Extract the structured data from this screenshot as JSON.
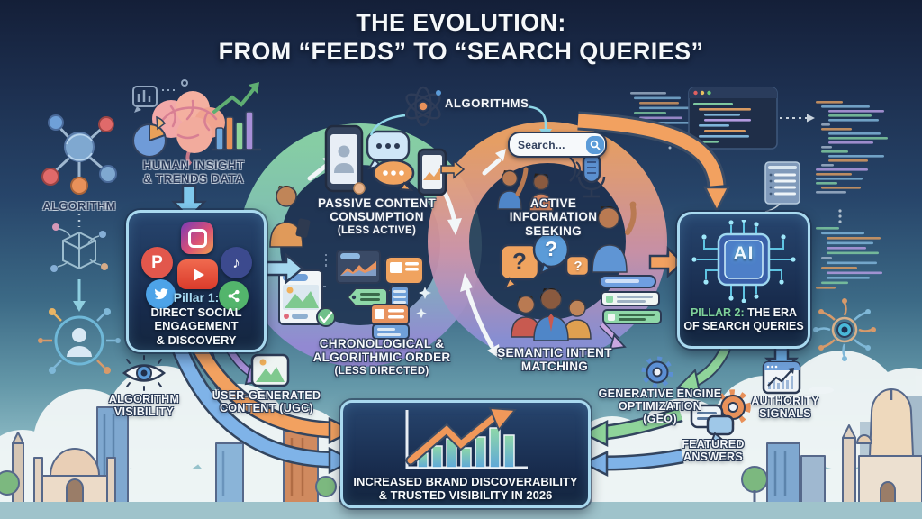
{
  "title": {
    "line1": "THE EVOLUTION:",
    "line2": "FROM “FEEDS” TO “SEARCH QUERIES”"
  },
  "left_rail": {
    "algorithm": "ALGORITHM"
  },
  "insight": {
    "line1": "HUMAN INSIGHT",
    "line2": "& TRENDS DATA"
  },
  "algorithms_label": "ALGORITHMS",
  "search": {
    "value": "Search..."
  },
  "loop": {
    "passive": {
      "line1": "PASSIVE CONTENT",
      "line2": "CONSUMPTION",
      "line3": "(LESS ACTIVE)"
    },
    "active": {
      "line1": "ACTIVE",
      "line2": "INFORMATION",
      "line3": "SEEKING"
    },
    "chronological": {
      "line1": "CHRONOLOGICAL &",
      "line2": "ALGORITHMIC ORDER",
      "line3": "(LESS DIRECTED)"
    },
    "semantic": {
      "line1": "SEMANTIC INTENT",
      "line2": "MATCHING"
    },
    "question_marks": [
      "?",
      "?",
      "?"
    ]
  },
  "pillar1": {
    "kicker": "Pillar 1:",
    "line1": "DIRECT SOCIAL",
    "line2": "ENGAGEMENT",
    "line3": "& DISCOVERY"
  },
  "pillar2": {
    "kicker": "PILLAR 2:",
    "kicker_rest": " THE ERA",
    "line2": "OF SEARCH QUERIES",
    "chip": "AI"
  },
  "outputs": {
    "algorithm_visibility": {
      "line1": "ALGORITHM",
      "line2": "VISIBILITY"
    },
    "ugc": {
      "line1": "USER-GENERATED",
      "line2": "CONTENT (UGC)"
    },
    "geo": {
      "line1": "GENERATIVE ENGINE",
      "line2": "OPTIMIZATION",
      "line3": "(GEO)"
    },
    "authority": {
      "line1": "AUTHORITY",
      "line2": "SIGNALS"
    },
    "featured": {
      "line1": "FEATURED",
      "line2": "ANSWERS"
    }
  },
  "outcome": {
    "line1": "INCREASED BRAND DISCOVERABILITY",
    "line2": "& TRUSTED VISIBILITY IN 2026"
  },
  "icons": {
    "left_rail": [
      "network-algorithm-icon",
      "cube-network-icon",
      "user-network-icon"
    ],
    "insight_cluster": [
      "brain-icon",
      "pie-chart-icon",
      "bar-chart-trend-icon",
      "magnifier-icon",
      "stats-bubble-icon"
    ],
    "loop_top": "atom-icon",
    "pillar1_social": [
      "instagram-icon",
      "pinterest-icon",
      "tiktok-icon",
      "youtube-icon",
      "twitter-icon",
      "share-icon"
    ],
    "active_side": [
      "search-bar",
      "microphone-icon",
      "question-bubble-icons",
      "people-icons"
    ],
    "passive_side": [
      "smartphone-icon",
      "chat-bubble-icons",
      "person-browsing-icon",
      "content-card-icons"
    ],
    "pillar2": "ai-chip-icon",
    "bottom": [
      "eye-icon",
      "image-icon",
      "gear-icon-blue",
      "gear-icon-orange",
      "browser-chart-icon",
      "chat-answers-icon",
      "growth-chart-icon"
    ],
    "decor": [
      "code-editor-panels",
      "city-skyline-left",
      "taj-mahal-right",
      "clouds",
      "network-hub-icon"
    ]
  },
  "colors": {
    "bg_top": "#16243e",
    "bg_mid": "#2b4c6a",
    "bg_bottom": "#9cc5cd",
    "box_fill": "#1d3354",
    "box_border": "#aadcf2",
    "ring_green": "#84cba2",
    "ring_purple": "#9289d2",
    "ring_orange": "#f0a465",
    "ring_blue": "#86a8e0",
    "arrow_orange": "#f2a160",
    "arrow_blue": "#7fb3e8",
    "arrow_green": "#8fd49a",
    "arrow_purple": "#a88fd8",
    "arrow_pink": "#eba6bc",
    "pillar1_kicker": "#a8dcf4",
    "pillar2_kicker": "#7ed29a"
  }
}
